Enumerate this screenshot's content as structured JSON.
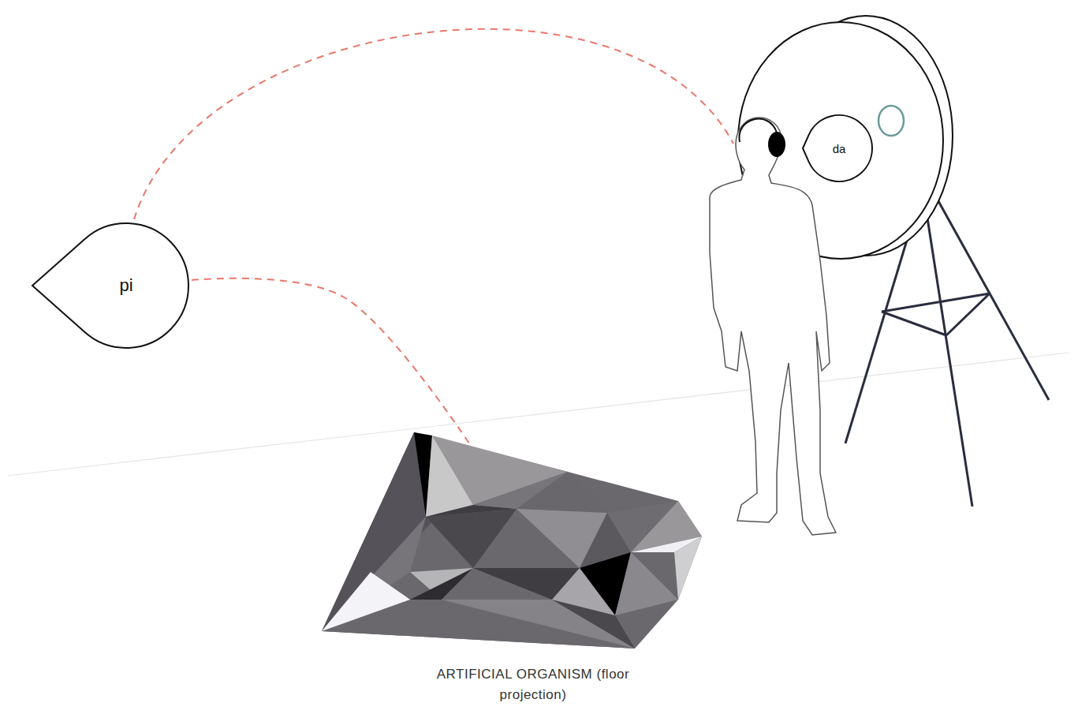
{
  "diagram": {
    "nodes": [
      {
        "text": [
          "pi"
        ]
      },
      {
        "text": [
          "da"
        ]
      },
      {
        "text": [
          "ARTIFICIAL ORGANISM (floor projection)"
        ]
      }
    ],
    "edges": [
      {
        "from": 0,
        "to": 2,
        "arrow": "none"
      }
    ]
  }
}
